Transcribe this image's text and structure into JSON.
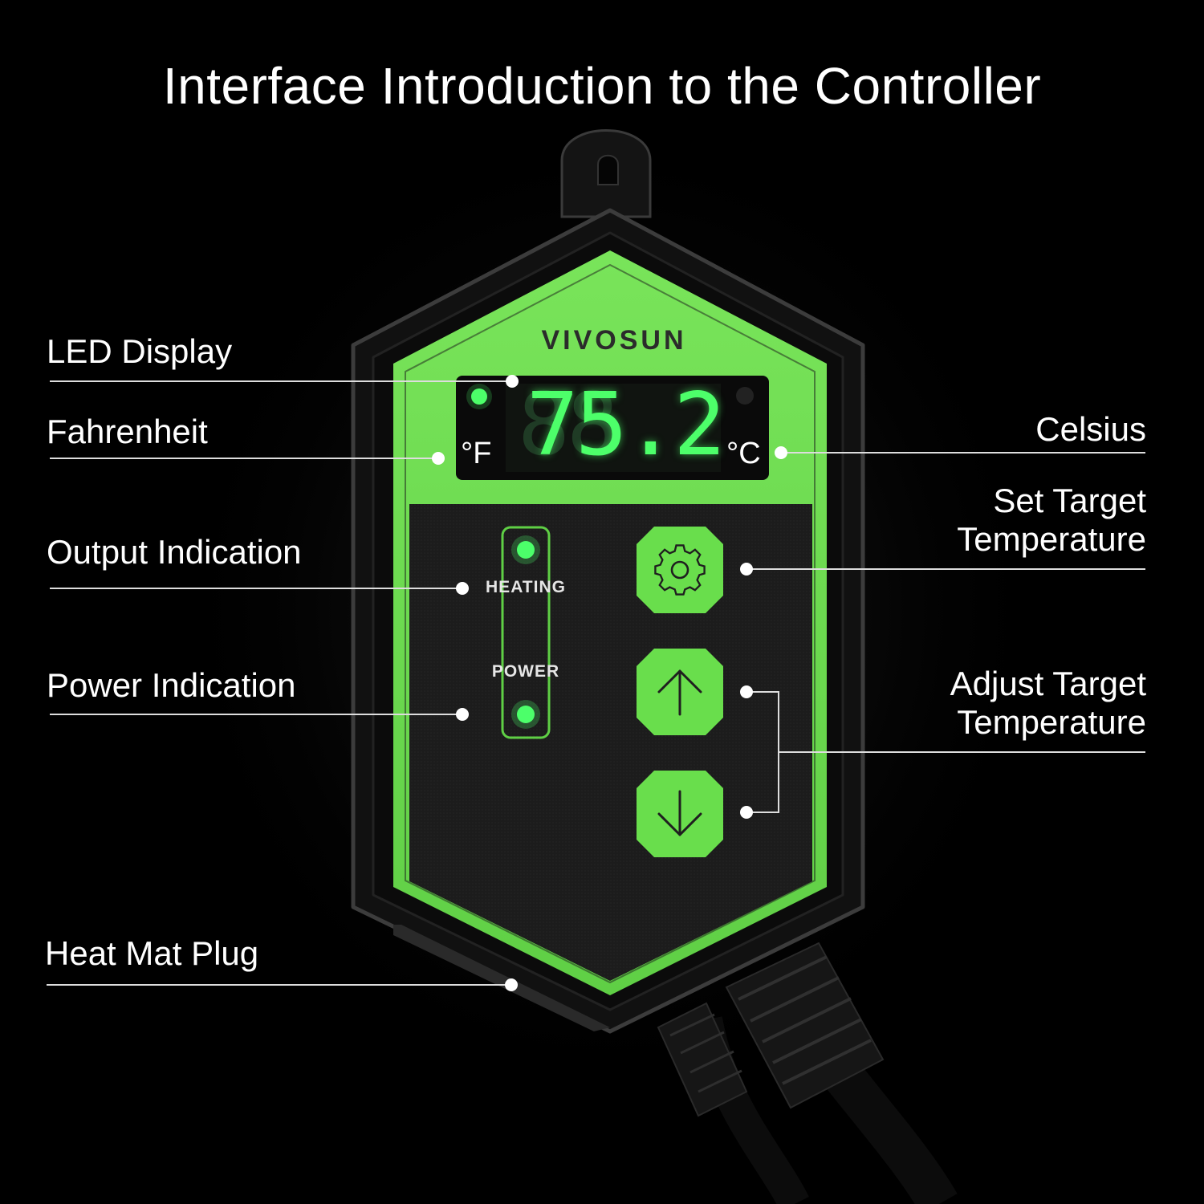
{
  "title": "Interface Introduction to the Controller",
  "brand": "VIVOSUN",
  "display": {
    "reading": "75.2",
    "unit_f": "°F",
    "unit_c": "°C"
  },
  "indicators": {
    "heating": "HEATING",
    "power": "POWER"
  },
  "callouts": {
    "led_display": "LED Display",
    "fahrenheit": "Fahrenheit",
    "output_indication": "Output Indication",
    "power_indication": "Power Indication",
    "heat_mat_plug": "Heat Mat Plug",
    "celsius": "Celsius",
    "set_target_line1": "Set Target",
    "set_target_line2": "Temperature",
    "adjust_target_line1": "Adjust Target",
    "adjust_target_line2": "Temperature"
  },
  "icons": {
    "settings": "gear-icon",
    "up": "arrow-up-icon",
    "down": "arrow-down-icon"
  },
  "colors": {
    "accent_green": "#6ee04a",
    "led_green": "#4dff6a",
    "body_black": "#111111",
    "background": "#000000"
  }
}
